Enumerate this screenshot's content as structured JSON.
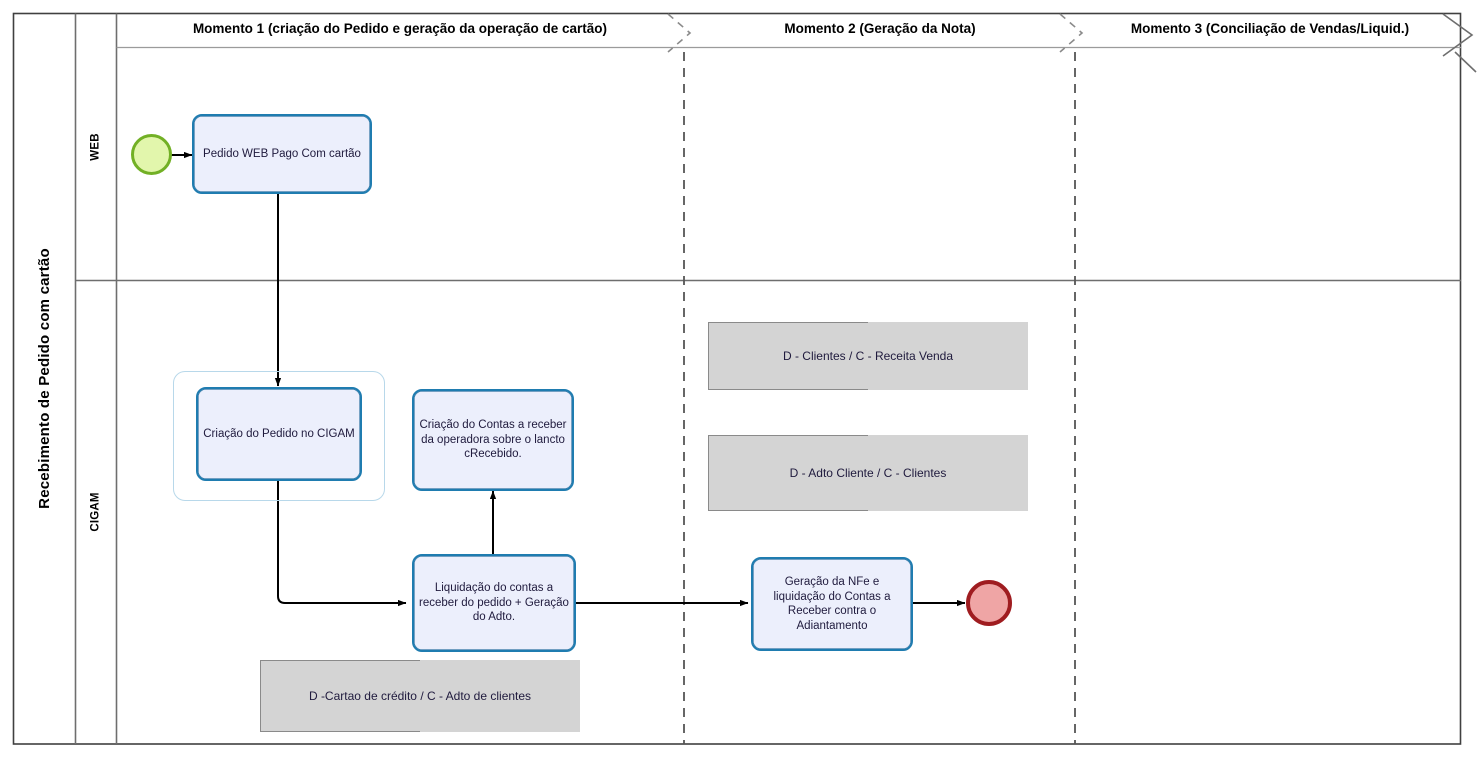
{
  "pool": {
    "title": "Recebimento de Pedido com cartão",
    "lanes": [
      {
        "id": "web",
        "label": "WEB"
      },
      {
        "id": "cigam",
        "label": "CIGAM"
      }
    ]
  },
  "phases": [
    {
      "id": "momento-1",
      "label": "Momento 1 (criação do Pedido e geração da operação de cartão)"
    },
    {
      "id": "momento-2",
      "label": "Momento 2 (Geração da Nota)"
    },
    {
      "id": "momento-3",
      "label": "Momento 3 (Conciliação de Vendas/Liquid.)"
    }
  ],
  "events": [
    {
      "id": "start",
      "name": "start-event",
      "type": "start",
      "lane": "web",
      "phase": "momento-1"
    },
    {
      "id": "end",
      "name": "end-event",
      "type": "end",
      "lane": "cigam",
      "phase": "momento-2"
    }
  ],
  "tasks": [
    {
      "id": "pedido-web",
      "label": "Pedido WEB Pago Com cartão",
      "lane": "web",
      "phase": "momento-1"
    },
    {
      "id": "criacao-pedido-cigam",
      "label": "Criação do Pedido no CIGAM",
      "lane": "cigam",
      "phase": "momento-1"
    },
    {
      "id": "criacao-contas-receber",
      "label": "Criação do Contas a receber da operadora sobre o lancto cRecebido.",
      "lane": "cigam",
      "phase": "momento-1"
    },
    {
      "id": "liquidacao-contas",
      "label": "Liquidação do contas a receber do pedido + Geração do Adto.",
      "lane": "cigam",
      "phase": "momento-1"
    },
    {
      "id": "geracao-nfe",
      "label": "Geração da NFe e liquidação do Contas a Receber contra o Adiantamento",
      "lane": "cigam",
      "phase": "momento-2"
    }
  ],
  "subprocess_group": {
    "id": "grupo-criacao-pedido",
    "contains": "criacao-pedido-cigam"
  },
  "annotations": [
    {
      "id": "annot-clientes-receita",
      "text": "D - Clientes / C - Receita Venda",
      "phase": "momento-2"
    },
    {
      "id": "annot-adto-clientes",
      "text": "D - Adto Cliente / C - Clientes",
      "phase": "momento-2"
    },
    {
      "id": "annot-cartao-credito",
      "text": "D -Cartao de crédito / C - Adto de clientes",
      "phase": "momento-1"
    }
  ],
  "flows": [
    {
      "id": "flow-start-pedidoweb",
      "from": "start",
      "to": "pedido-web"
    },
    {
      "id": "flow-pedidoweb-criacao",
      "from": "pedido-web",
      "to": "criacao-pedido-cigam"
    },
    {
      "id": "flow-criacao-liquidacao",
      "from": "criacao-pedido-cigam",
      "to": "liquidacao-contas"
    },
    {
      "id": "flow-liquidacao-contasreceber",
      "from": "liquidacao-contas",
      "to": "criacao-contas-receber"
    },
    {
      "id": "flow-liquidacao-nfe",
      "from": "liquidacao-contas",
      "to": "geracao-nfe"
    },
    {
      "id": "flow-nfe-end",
      "from": "geracao-nfe",
      "to": "end"
    }
  ],
  "colors": {
    "task_fill": "#eceffc",
    "task_border": "#1f7cb0",
    "start_fill": "#e2f6ac",
    "start_border": "#72b025",
    "end_fill": "#efa5a5",
    "end_border": "#9f1c20",
    "annotation_fill": "#d4d4d4",
    "subprocess_border": "#b8d8ea",
    "pool_border": "#404040",
    "phase_divider": "#606060"
  }
}
